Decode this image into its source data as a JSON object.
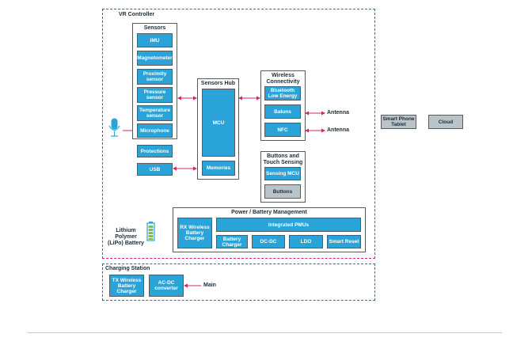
{
  "colors": {
    "block": "#2aa3d9",
    "accent": "#d2236f",
    "gray_block": "#b9c3ca"
  },
  "regions": {
    "vr_controller": "VR Controller",
    "charging_station": "Charging Station"
  },
  "sensors": {
    "title": "Sensors",
    "items": [
      "IMU",
      "Magnetometer",
      "Proximity\nsensor",
      "Pressure\nsensor",
      "Temperature\nsensor",
      "Microphone"
    ],
    "protections": "Protections",
    "usb": "USB"
  },
  "hub": {
    "title": "Sensors Hub",
    "mcu": "MCU",
    "memories": "Memories"
  },
  "wireless": {
    "title": "Wireless\nConnectivity",
    "ble": "Bluetooth\nLow Energy",
    "baluns": "Baluns",
    "nfc": "NFC",
    "antenna1": "Antenna",
    "antenna2": "Antenna"
  },
  "buttons_group": {
    "title": "Buttons and\nTouch Sensing",
    "sensing_mcu": "Sensing MCU",
    "buttons": "Buttons"
  },
  "power": {
    "title": "Power / Battery Management",
    "rx": "RX Wireless\nBattery\nCharger",
    "pmus": "Integrated PMUs",
    "battery_charger": "Battery\nCharger",
    "dcdc": "DC-DC",
    "ldo": "LDO",
    "smart_reset": "Smart Reset",
    "battery_label": "Lithium Polymer\n(LiPo) Battery"
  },
  "external": {
    "phone": "Smart Phone\nTablet",
    "cloud": "Cloud"
  },
  "charging": {
    "tx": "TX Wireless\nBattery\nCharger",
    "acdc": "AC-DC\nconverter",
    "main": "Main"
  }
}
